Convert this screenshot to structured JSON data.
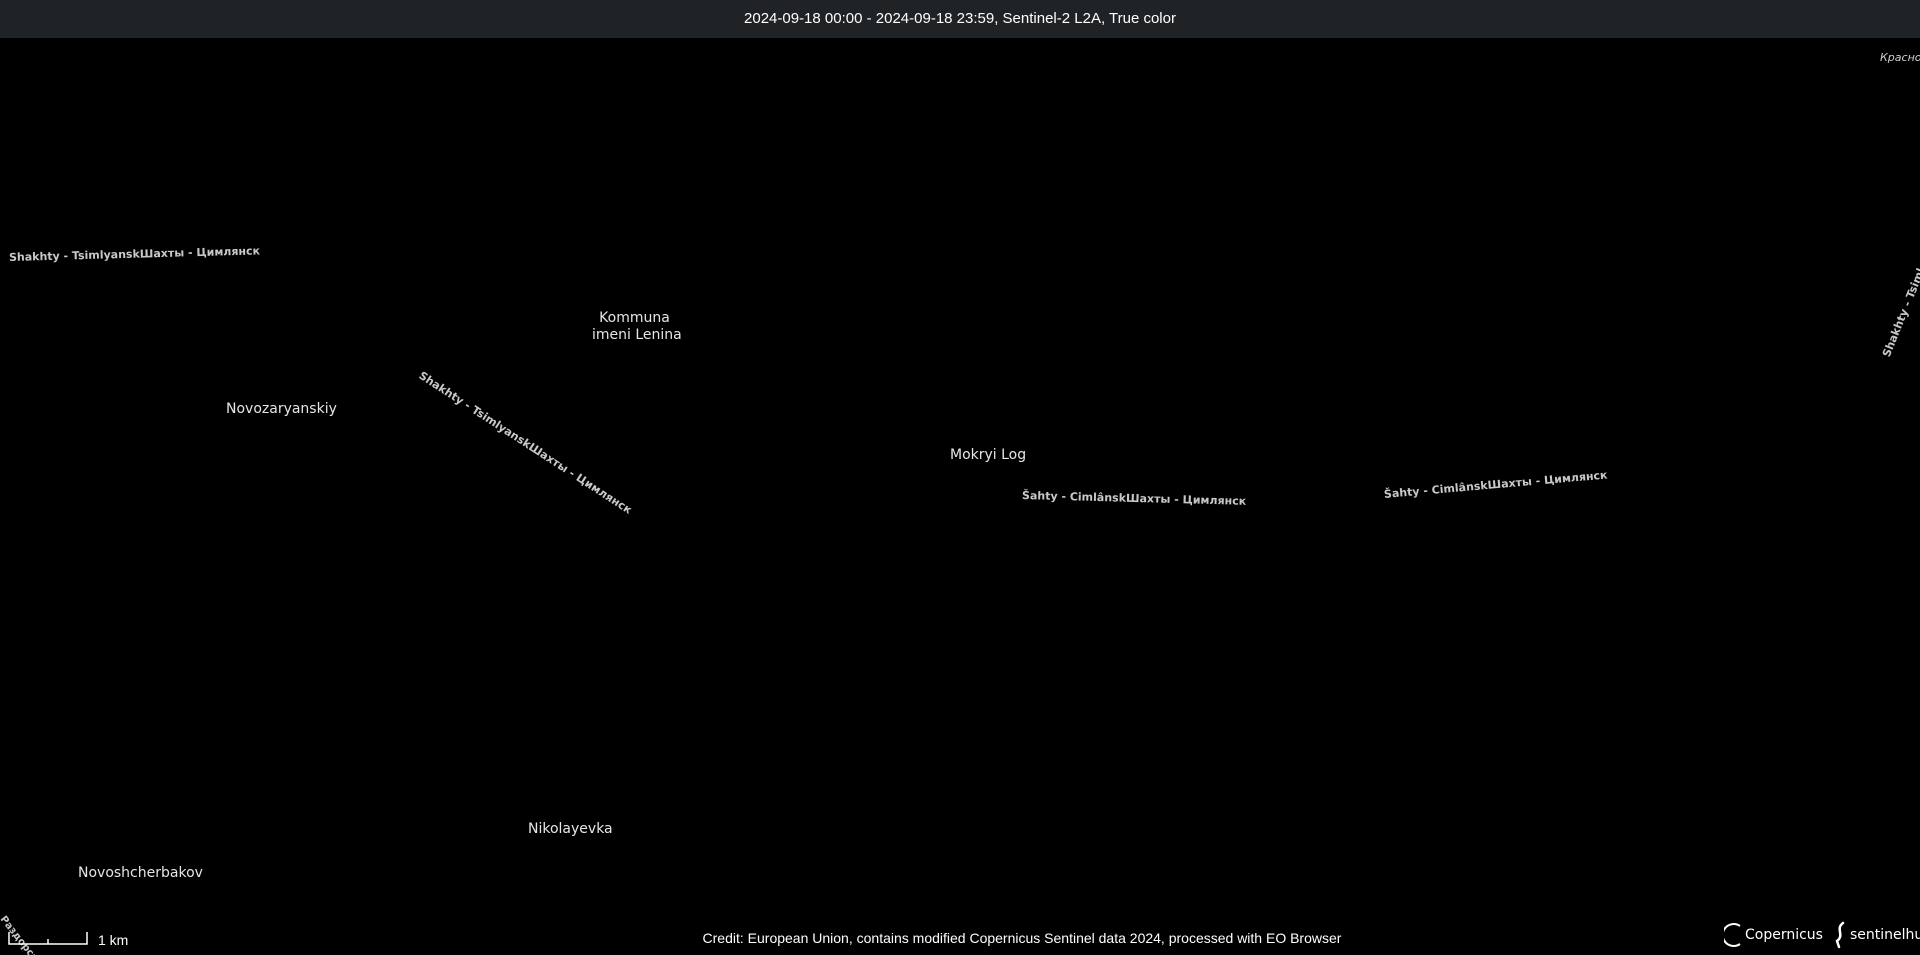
{
  "header": {
    "title": "2024-09-18 00:00 - 2024-09-18 23:59, Sentinel-2 L2A, True color"
  },
  "map": {
    "places": [
      {
        "name": "Novozaryanskiy"
      },
      {
        "name": "Kommuna"
      },
      {
        "name": "imeni Lenina"
      },
      {
        "name": "Mokryi Log"
      },
      {
        "name": "Nikolayevka"
      },
      {
        "name": "Novoshcherbakov"
      },
      {
        "name": "Краснок"
      }
    ],
    "roads": [
      {
        "label": "Shakhty - TsimlyanskШахты - Цимлянск"
      },
      {
        "label": "Shakhty - TsimlyanskШахты - Цимлянск"
      },
      {
        "label": "Šahty - CimlânskШахты - Цимлянск"
      },
      {
        "label": "Šahty - CimlânskШахты - Цимлянск"
      },
      {
        "label": "Shakhty - Tsiml"
      },
      {
        "label": "Раздорск"
      }
    ]
  },
  "scale": {
    "label": "1 km"
  },
  "credit": {
    "text": "Credit: European Union, contains modified Copernicus Sentinel data 2024, processed with EO Browser"
  },
  "logos": {
    "copernicus": "Copernicus",
    "sentinelhub": "sentinelhub"
  },
  "colors": {
    "background": "#000000",
    "header_bg": "#202326",
    "label": "#e6e6e6"
  }
}
